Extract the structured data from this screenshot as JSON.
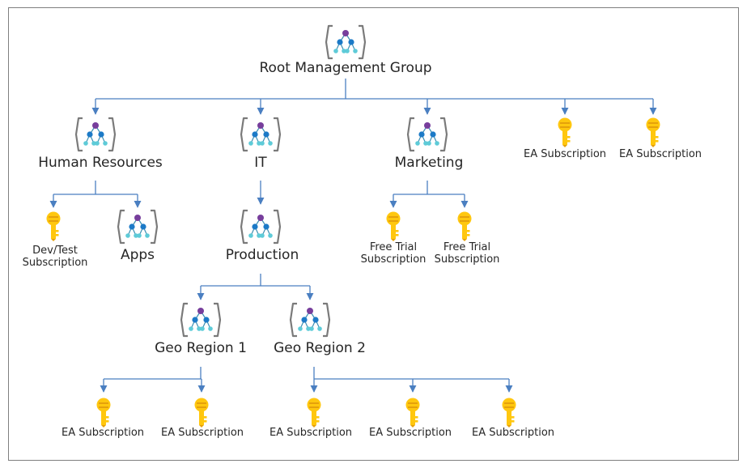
{
  "colors": {
    "connector": "#4a7fc1",
    "frame": "#7f7f7f",
    "bracket": "#7a7a7a",
    "node_top": "#773e9c",
    "node_mid": "#1c7ac7",
    "node_leaf": "#5ecbd8",
    "key_gold": "#ffc70f",
    "key_dark": "#e5a10b",
    "text": "#262626"
  },
  "icons": {
    "management_group": "management-group-icon",
    "subscription": "subscription-key-icon"
  },
  "nodes": {
    "root": {
      "label": "Root Management Group"
    },
    "hr": {
      "label": "Human Resources"
    },
    "it": {
      "label": "IT"
    },
    "marketing": {
      "label": "Marketing"
    },
    "ea_sub_1": {
      "label": "EA Subscription"
    },
    "ea_sub_2": {
      "label": "EA Subscription"
    },
    "devtest": {
      "label": "Dev/Test Subscription"
    },
    "apps": {
      "label": "Apps"
    },
    "production": {
      "label": "Production"
    },
    "free_trial_1": {
      "label": "Free Trial Subscription"
    },
    "free_trial_2": {
      "label": "Free Trial Subscription"
    },
    "geo1": {
      "label": "Geo Region 1"
    },
    "geo2": {
      "label": "Geo Region 2"
    },
    "geo1_ea_1": {
      "label": "EA Subscription"
    },
    "geo1_ea_2": {
      "label": "EA Subscription"
    },
    "geo2_ea_1": {
      "label": "EA Subscription"
    },
    "geo2_ea_2": {
      "label": "EA Subscription"
    },
    "geo2_ea_3": {
      "label": "EA Subscription"
    }
  },
  "edges": [
    [
      "root",
      "hr"
    ],
    [
      "root",
      "it"
    ],
    [
      "root",
      "marketing"
    ],
    [
      "root",
      "ea_sub_1"
    ],
    [
      "root",
      "ea_sub_2"
    ],
    [
      "hr",
      "devtest"
    ],
    [
      "hr",
      "apps"
    ],
    [
      "it",
      "production"
    ],
    [
      "marketing",
      "free_trial_1"
    ],
    [
      "marketing",
      "free_trial_2"
    ],
    [
      "production",
      "geo1"
    ],
    [
      "production",
      "geo2"
    ],
    [
      "geo1",
      "geo1_ea_1"
    ],
    [
      "geo1",
      "geo1_ea_2"
    ],
    [
      "geo2",
      "geo2_ea_1"
    ],
    [
      "geo2",
      "geo2_ea_2"
    ],
    [
      "geo2",
      "geo2_ea_3"
    ]
  ]
}
